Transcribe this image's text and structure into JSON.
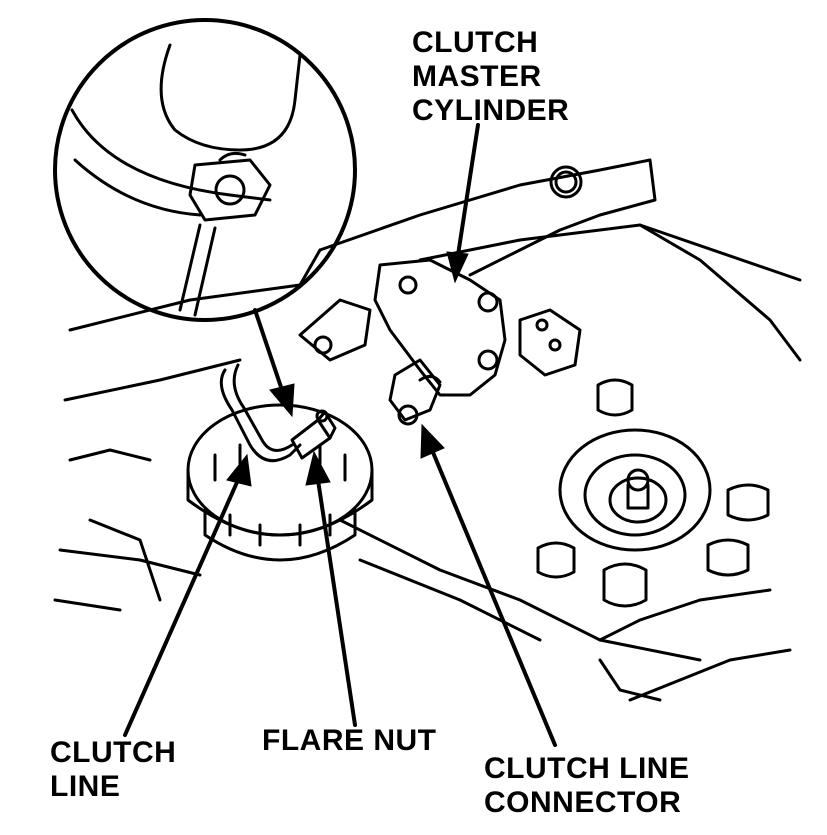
{
  "labels": {
    "master_cylinder": [
      "CLUTCH",
      "MASTER",
      "CYLINDER"
    ],
    "clutch_line": [
      "CLUTCH",
      "LINE"
    ],
    "flare_nut": [
      "FLARE NUT"
    ],
    "line_connector": [
      "CLUTCH LINE",
      "CONNECTOR"
    ]
  },
  "colors": {
    "ink": "#000000",
    "paper": "#ffffff"
  }
}
